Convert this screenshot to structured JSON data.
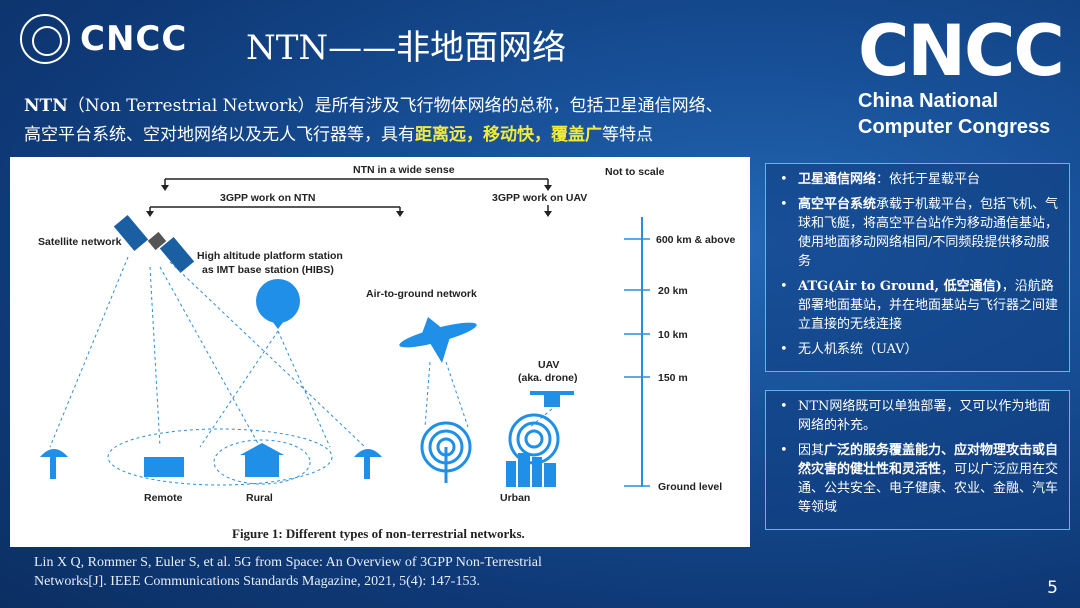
{
  "header": {
    "logo_small_text": "CNCC",
    "title": "NTN——非地面网络",
    "logo_big": "CNCC",
    "logo_big_sub1": "China National",
    "logo_big_sub2": "Computer Congress"
  },
  "intro": {
    "lead": "NTN",
    "p1": "（Non Terrestrial Network）是所有涉及飞行物体网络的总称，包括卫星通信网络、",
    "p2": "高空平台系统、空对地网络以及无人飞行器等，具有",
    "hl1": "距离远，移动快，覆盖广",
    "p3": "等特点"
  },
  "figure": {
    "top_bracket": "NTN in a wide sense",
    "left_bracket": "3GPP work on NTN",
    "right_bracket": "3GPP work on UAV",
    "not_to_scale": "Not to scale",
    "satellite": "Satellite network",
    "hibs1": "High altitude platform station",
    "hibs2": "as IMT base station (HIBS)",
    "atg": "Air-to-ground network",
    "uav1": "UAV",
    "uav2": "(aka. drone)",
    "remote": "Remote",
    "rural": "Rural",
    "urban": "Urban",
    "alt1": "600 km & above",
    "alt2": "20 km",
    "alt3": "10 km",
    "alt4": "150 m",
    "alt5": "Ground level",
    "caption": "Figure 1: Different types of non-terrestrial networks."
  },
  "panel1": [
    {
      "bold": "卫星通信网络",
      "text": "：依托于星载平台"
    },
    {
      "bold": "高空平台系统",
      "text": "承载于机载平台，包括飞机、气球和飞艇，将高空平台站作为移动通信基站，使用地面移动网络相同/不同频段提供移动服务"
    },
    {
      "bold": "ATG(Air to Ground, 低空通信)",
      "text": "，沿航路部署地面基站，并在地面基站与飞行器之间建立直接的无线连接"
    },
    {
      "bold": "",
      "text": "无人机系统（UAV）"
    }
  ],
  "panel2": [
    {
      "pre": "NTN网络既可以单独部署，又可以作为地面网络的补充。",
      "bold": "",
      "post": ""
    },
    {
      "pre": "因其",
      "bold": "广泛的服务覆盖能力、应对物理攻击或自然灾害的健壮性和灵活性",
      "post": "，可以广泛应用在交通、公共安全、电子健康、农业、金融、汽车等领域"
    }
  ],
  "reference": {
    "line1": "Lin X Q, Rommer S, Euler S, et al. 5G from Space: An Overview of 3GPP Non-Terrestrial",
    "line2": "Networks[J]. IEEE Communications Standards Magazine, 2021, 5(4): 147-153."
  },
  "page_number": "5"
}
